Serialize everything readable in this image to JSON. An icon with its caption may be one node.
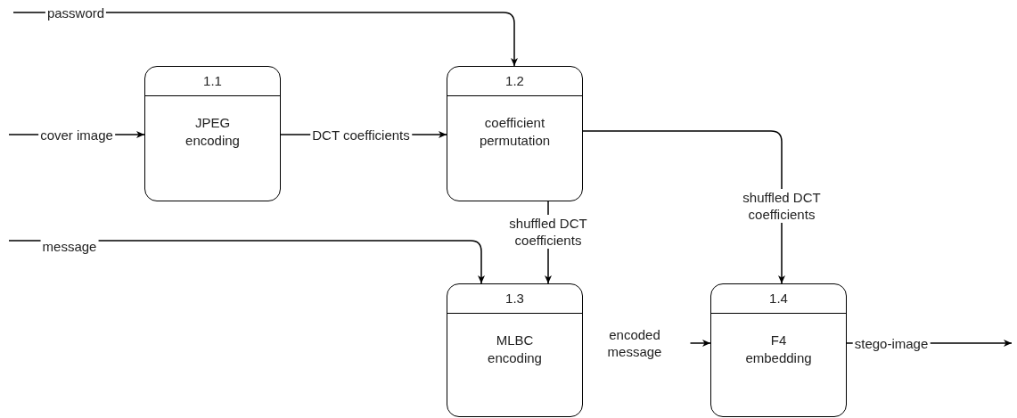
{
  "diagram": {
    "nodes": [
      {
        "text": [
          "1.1",
          "JPEG encoding"
        ]
      },
      {
        "text": [
          "1.2",
          "coefficient permutation"
        ]
      },
      {
        "text": [
          "1.3",
          "MLBC encoding"
        ]
      },
      {
        "text": [
          "1.4",
          "F4 embedding"
        ]
      }
    ],
    "edges": [
      {
        "from": null,
        "to": 0,
        "arrow": "to",
        "label": "cover image"
      },
      {
        "from": 0,
        "to": 1,
        "arrow": "to",
        "label": "DCT coefficients"
      },
      {
        "from": null,
        "to": 1,
        "arrow": "to",
        "label": "password"
      },
      {
        "from": null,
        "to": 2,
        "arrow": "to",
        "label": "message"
      },
      {
        "from": 1,
        "to": 2,
        "arrow": "to",
        "label": "shuffled DCT coefficients"
      },
      {
        "from": 1,
        "to": 3,
        "arrow": "to",
        "label": "shuffled DCT coefficients"
      },
      {
        "from": 2,
        "to": 3,
        "arrow": "to",
        "label": "encoded message"
      },
      {
        "from": 3,
        "to": null,
        "arrow": "to",
        "label": "stego-image"
      }
    ]
  }
}
